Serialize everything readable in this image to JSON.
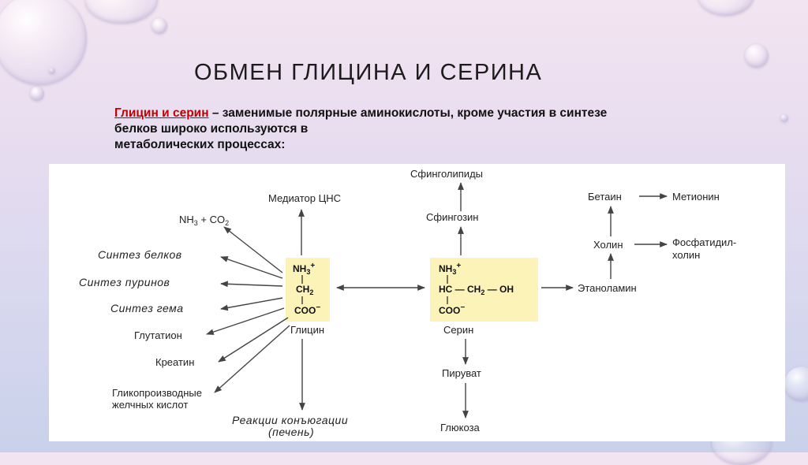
{
  "title": "ОБМЕН ГЛИЦИНА И СЕРИНА",
  "intro": {
    "highlight": "Глицин и серин",
    "line1_rest": " – заменимые полярные аминокислоты, кроме  участия в синтезе",
    "line2": "белков широко используются  в",
    "line3": "метаболических процессах:"
  },
  "diagram": {
    "glycine": {
      "name": "Глицин",
      "formula": {
        "nh3": "NH3+",
        "ch2": "CH2",
        "coo": "COO−"
      }
    },
    "serine": {
      "name": "Серин",
      "formula": {
        "nh3": "NH3+",
        "chain": "HC — CH2 — OH",
        "coo": "COO−"
      }
    },
    "glycine_products": {
      "mediator": "Медиатор ЦНС",
      "nh3_co2": "NH3 + CO2",
      "protein_synth": "Синтез белков",
      "purine_synth": "Синтез пуринов",
      "heme_synth": "Синтез гема",
      "glutathione": "Глутатион",
      "creatine": "Креатин",
      "bile_line1": "Гликопроизводные",
      "bile_line2": "желчных кислот",
      "conj_line1": "Реакции конъюгации",
      "conj_line2": "(печень)"
    },
    "serine_products": {
      "sphingolipids": "Сфинголипиды",
      "sphingosine": "Сфингозин",
      "pyruvate": "Пируват",
      "glucose": "Глюкоза",
      "ethanolamine": "Этаноламин",
      "choline": "Холин",
      "betaine": "Бетаин",
      "methionine": "Метионин",
      "phosph_line1": "Фосфатидил-",
      "phosph_line2": "холин"
    },
    "colors": {
      "highlight_box": "#fbf3b8",
      "arrow": "#444444",
      "accent_text": "#c00000"
    }
  }
}
